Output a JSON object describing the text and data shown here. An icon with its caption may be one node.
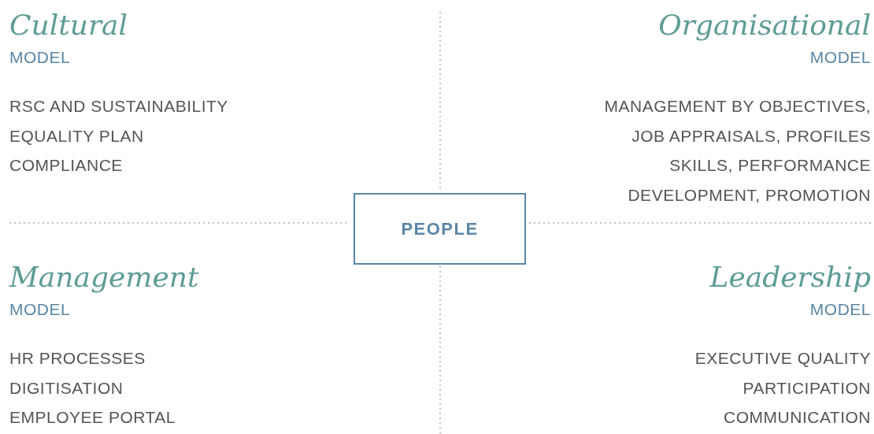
{
  "diagram": {
    "nodes": [
      {
        "text": [
          "PEOPLE"
        ]
      }
    ],
    "edges": [],
    "labels": [
      "Cultural",
      "MODEL",
      "RSC AND SUSTAINABILITY",
      "EQUALITY PLAN",
      "COMPLIANCE",
      "Organisational",
      "MODEL",
      "MANAGEMENT BY OBJECTIVES,",
      "JOB APPRAISALS, PROFILES",
      "SKILLS, PERFORMANCE",
      "DEVELOPMENT, PROMOTION",
      "Management",
      "MODEL",
      "HR PROCESSES",
      "DIGITISATION",
      "EMPLOYEE PORTAL",
      "Leadership",
      "MODEL",
      "EXECUTIVE QUALITY",
      "PARTICIPATION",
      "COMMUNICATION"
    ]
  }
}
